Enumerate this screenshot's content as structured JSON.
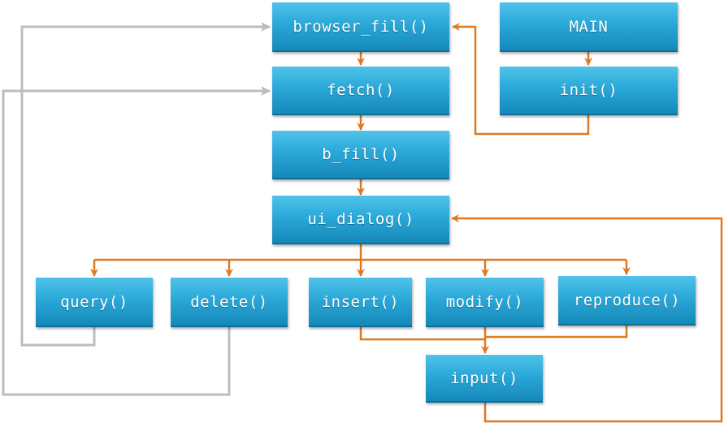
{
  "nodes": {
    "browser_fill": "browser_fill()",
    "fetch": "fetch()",
    "b_fill": "b_fill()",
    "ui_dialog": "ui_dialog()",
    "main": "MAIN",
    "init": "init()",
    "query": "query()",
    "delete": "delete()",
    "insert": "insert()",
    "modify": "modify()",
    "reproduce": "reproduce()",
    "input": "input()"
  },
  "colors": {
    "box_top": "#4fc3ea",
    "box_bottom": "#1589b9",
    "flow_arrow": "#e07820",
    "return_arrow": "#bdbdbd"
  }
}
